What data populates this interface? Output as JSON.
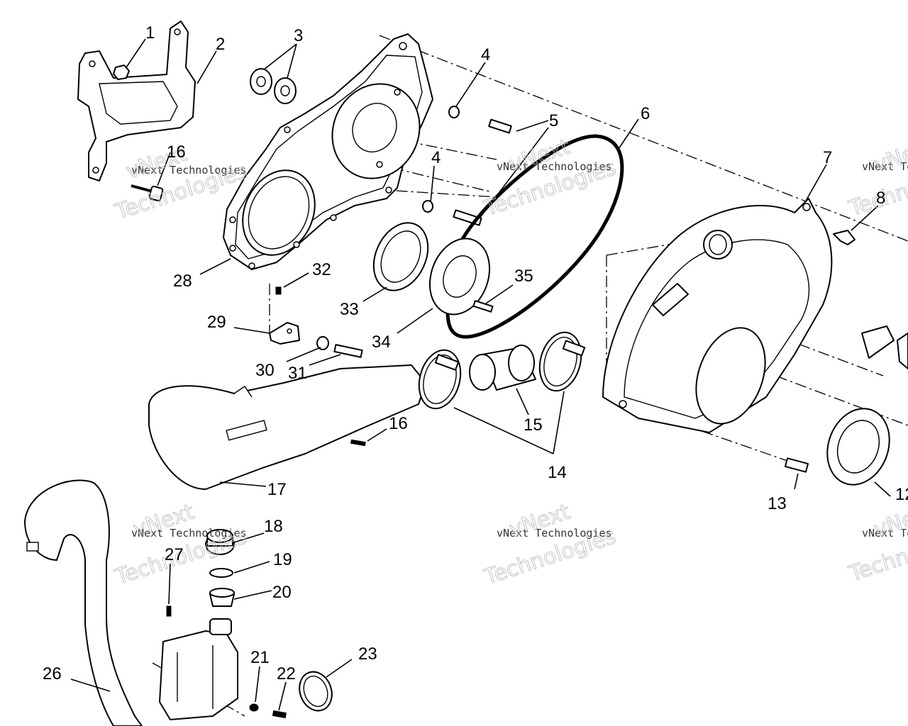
{
  "callouts": {
    "c1": "1",
    "c2": "2",
    "c3": "3",
    "c4a": "4",
    "c4b": "4",
    "c5": "5",
    "c6": "6",
    "c7": "7",
    "c8": "8",
    "c12": "12",
    "c13": "13",
    "c14": "14",
    "c15": "15",
    "c16a": "16",
    "c16b": "16",
    "c17": "17",
    "c18": "18",
    "c19": "19",
    "c20": "20",
    "c21": "21",
    "c22": "22",
    "c23": "23",
    "c26": "26",
    "c27": "27",
    "c28": "28",
    "c29": "29",
    "c30": "30",
    "c31": "31",
    "c32": "32",
    "c33": "33",
    "c34": "34",
    "c35": "35"
  },
  "watermark": {
    "company": "vNext Technologies",
    "line1": "vNext",
    "line2": "Technologies"
  }
}
